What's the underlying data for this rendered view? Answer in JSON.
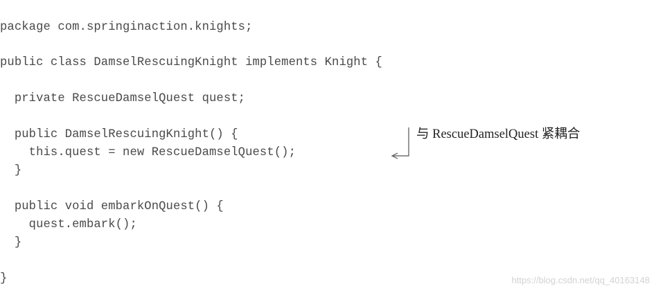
{
  "code": {
    "line_1": "package com.springinaction.knights;",
    "line_2": "public class DamselRescuingKnight implements Knight {",
    "line_3": "  private RescueDamselQuest quest;",
    "line_4": "  public DamselRescuingKnight() {",
    "line_5": "    this.quest = new RescueDamselQuest();",
    "line_6": "  }",
    "line_7": "  public void embarkOnQuest() {",
    "line_8": "    quest.embark();",
    "line_9": "  }",
    "line_10": "}"
  },
  "annotation": {
    "text": "与 RescueDamselQuest 紧耦合"
  },
  "watermark": {
    "text": "https://blog.csdn.net/qq_40163148"
  },
  "colors": {
    "code_text": "#4a4a4a",
    "annotation_text": "#222222",
    "watermark_text": "#d2d2d2",
    "arrow": "#555555"
  }
}
